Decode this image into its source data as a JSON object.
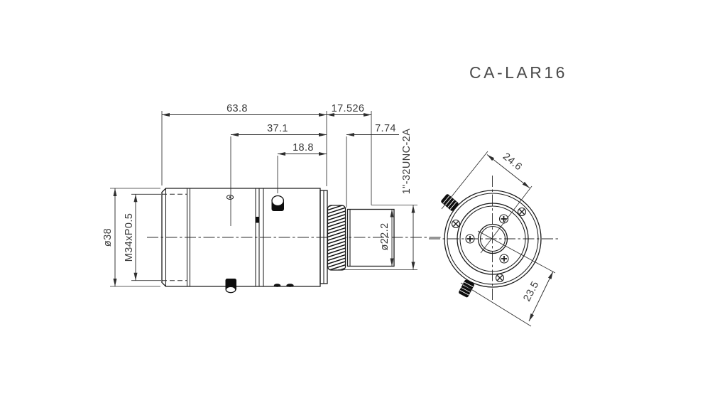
{
  "title": "CA-LAR16",
  "side_view": {
    "dims": {
      "overall_length": "63.8",
      "flange_focal_distance": "17.526",
      "mid_length": "37.1",
      "screw_offset": "18.8",
      "rear_protrusion": "7.74",
      "outer_diameter": "ø38",
      "front_filter_thread": "M34xP0.5",
      "rear_barrel_diameter": "ø22.2",
      "mount_thread": "1\"-32UNC-2A"
    }
  },
  "front_view": {
    "dims": {
      "upper_thumbscrew_offset": "24.6",
      "lower_thumbscrew_offset": "23.5"
    }
  },
  "colors": {
    "line": "#1c1c1c",
    "dimension": "#2e2e2e",
    "text": "#3a3a3a",
    "background": "#ffffff"
  }
}
